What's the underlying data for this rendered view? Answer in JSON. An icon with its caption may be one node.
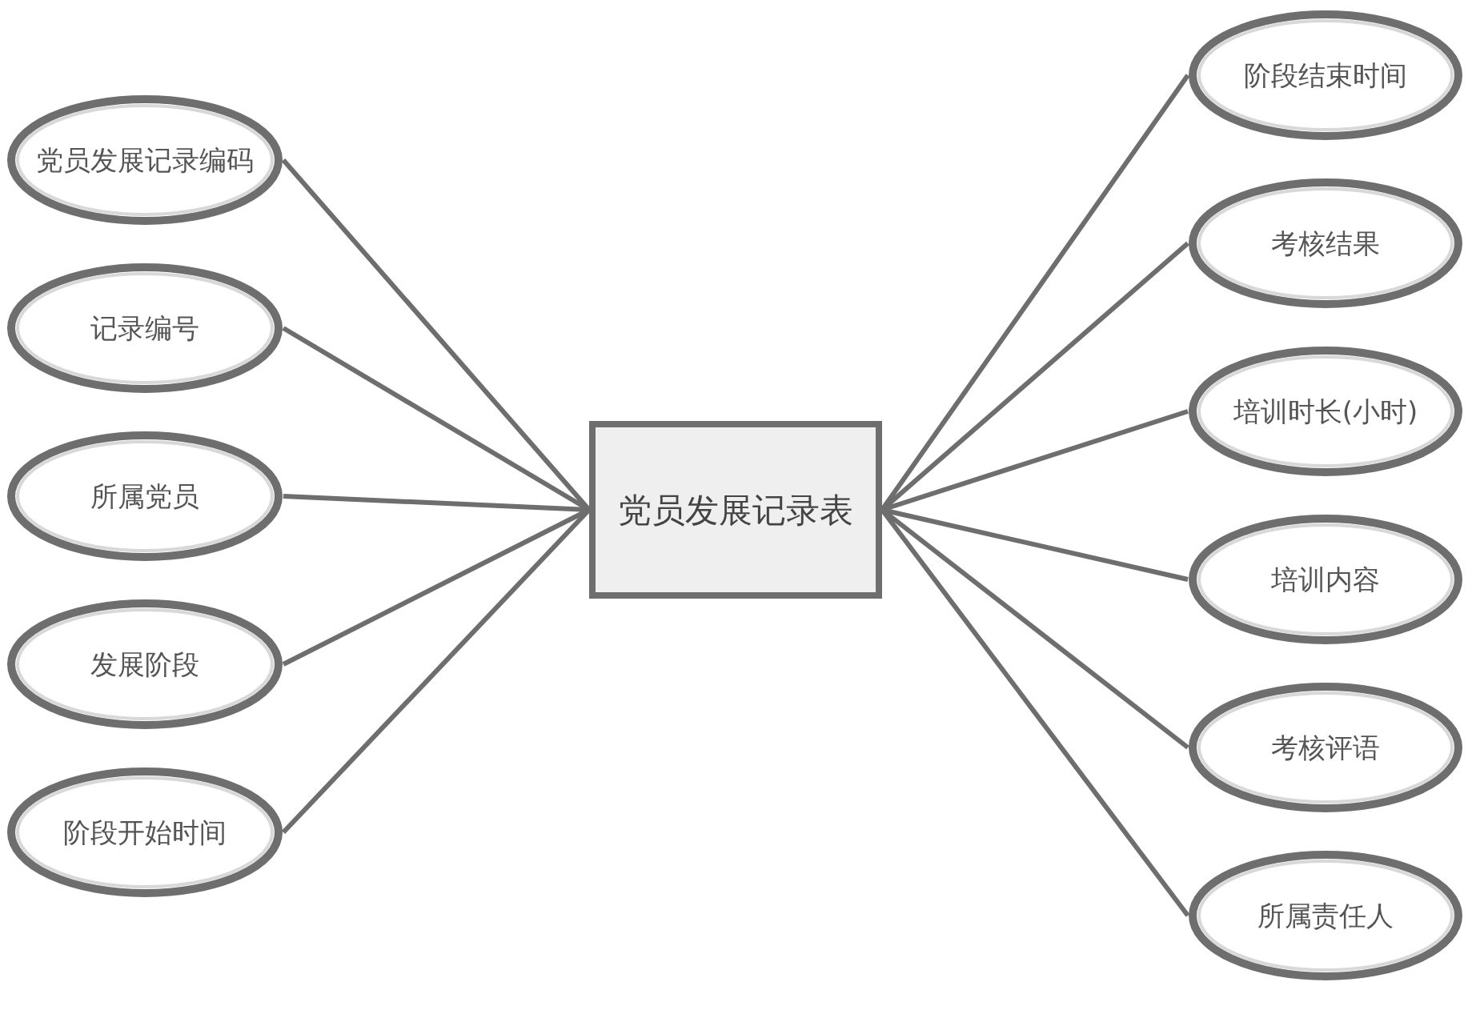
{
  "diagram": {
    "nodes": [
      {
        "text": [
          "党员发展记录表"
        ]
      },
      {
        "text": [
          "党员发展记录编码"
        ]
      },
      {
        "text": [
          "记录编号"
        ]
      },
      {
        "text": [
          "所属党员"
        ]
      },
      {
        "text": [
          "发展阶段"
        ]
      },
      {
        "text": [
          "阶段开始时间"
        ]
      },
      {
        "text": [
          "阶段结束时间"
        ]
      },
      {
        "text": [
          "考核结果"
        ]
      },
      {
        "text": [
          "培训时长(小时)"
        ]
      },
      {
        "text": [
          "培训内容"
        ]
      },
      {
        "text": [
          "考核评语"
        ]
      },
      {
        "text": [
          "所属责任人"
        ]
      }
    ],
    "edges": [
      {
        "from": 0,
        "to": 1,
        "arrow": "none"
      },
      {
        "from": 0,
        "to": 2,
        "arrow": "none"
      },
      {
        "from": 0,
        "to": 3,
        "arrow": "none"
      },
      {
        "from": 0,
        "to": 4,
        "arrow": "none"
      },
      {
        "from": 0,
        "to": 5,
        "arrow": "none"
      },
      {
        "from": 0,
        "to": 6,
        "arrow": "none"
      },
      {
        "from": 0,
        "to": 7,
        "arrow": "none"
      },
      {
        "from": 0,
        "to": 8,
        "arrow": "none"
      },
      {
        "from": 0,
        "to": 9,
        "arrow": "none"
      },
      {
        "from": 0,
        "to": 10,
        "arrow": "none"
      },
      {
        "from": 0,
        "to": 11,
        "arrow": "none"
      }
    ]
  }
}
